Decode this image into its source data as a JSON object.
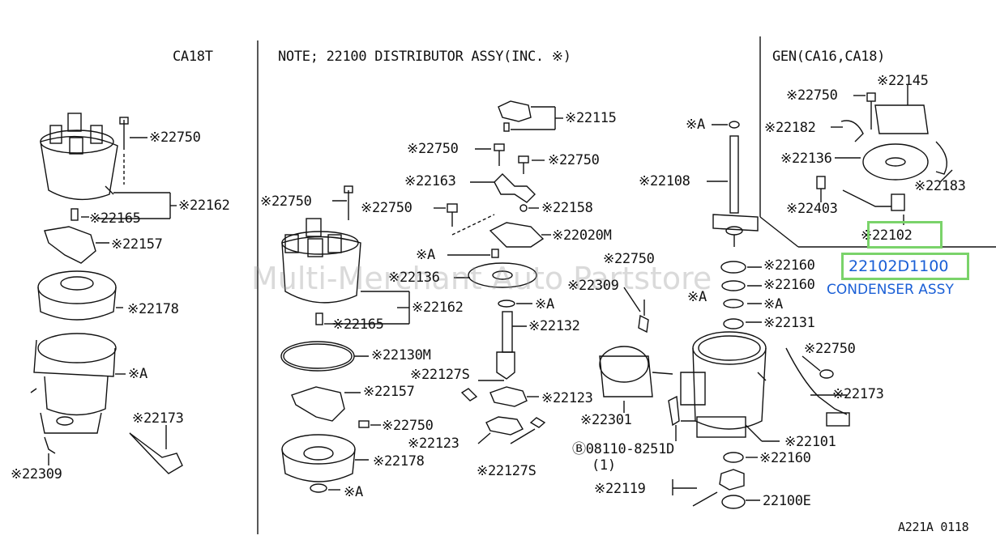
{
  "headers": {
    "left": "CA18T",
    "note": "NOTE; 22100   DISTRIBUTOR ASSY(INC. ※)",
    "gen": "GEN(CA16,CA18)"
  },
  "watermark": "Multi-Merchant Auto Partstore",
  "figure_code": "A221A 0118",
  "highlight": {
    "part_number": "22102D1100",
    "description": "CONDENSER ASSY"
  },
  "labels": {
    "l_22750": "※22750",
    "l_22162": "※22162",
    "l_22165": "※22165",
    "l_22157": "※22157",
    "l_22178": "※22178",
    "l_A": "※A",
    "l_22173": "※22173",
    "l_22309": "※22309",
    "m_22750a": "※22750",
    "m_22750b": "※22750",
    "m_22162": "※22162",
    "m_22165": "※22165",
    "m_22130M": "※22130M",
    "m_22157": "※22157",
    "m_22750c": "※22750",
    "m_22178": "※22178",
    "m_A": "※A",
    "c_22115": "※22115",
    "c_22750a": "※22750",
    "c_22750b": "※22750",
    "c_22163": "※22163",
    "c_22158": "※22158",
    "c_22020M": "※22020M",
    "c_A": "※A",
    "c_22136": "※22136",
    "c_A2": "※A",
    "c_22132": "※22132",
    "c_22127S": "※22127S",
    "c_22123": "※22123",
    "c_22123b": "※22123",
    "c_22127Sb": "※22127S",
    "r_A": "※A",
    "r_22108": "※22108",
    "r_22750": "※22750",
    "r_22309": "※22309",
    "r_A2": "※A",
    "r_22160a": "※22160",
    "r_22160b": "※22160",
    "r_A3": "※A",
    "r_22131": "※22131",
    "r_22750b": "※22750",
    "r_22173": "※22173",
    "r_22301": "※22301",
    "r_bolt": "Ⓑ08110-8251D",
    "r_bolt_qty": "(1)",
    "r_22101": "※22101",
    "r_22160c": "※22160",
    "r_22119": "※22119",
    "r_22100E": "22100E",
    "g_22145": "※22145",
    "g_22750": "※22750",
    "g_22182": "※22182",
    "g_22136": "※22136",
    "g_22183": "※22183",
    "g_22403": "※22403",
    "g_22102": "※22102"
  }
}
